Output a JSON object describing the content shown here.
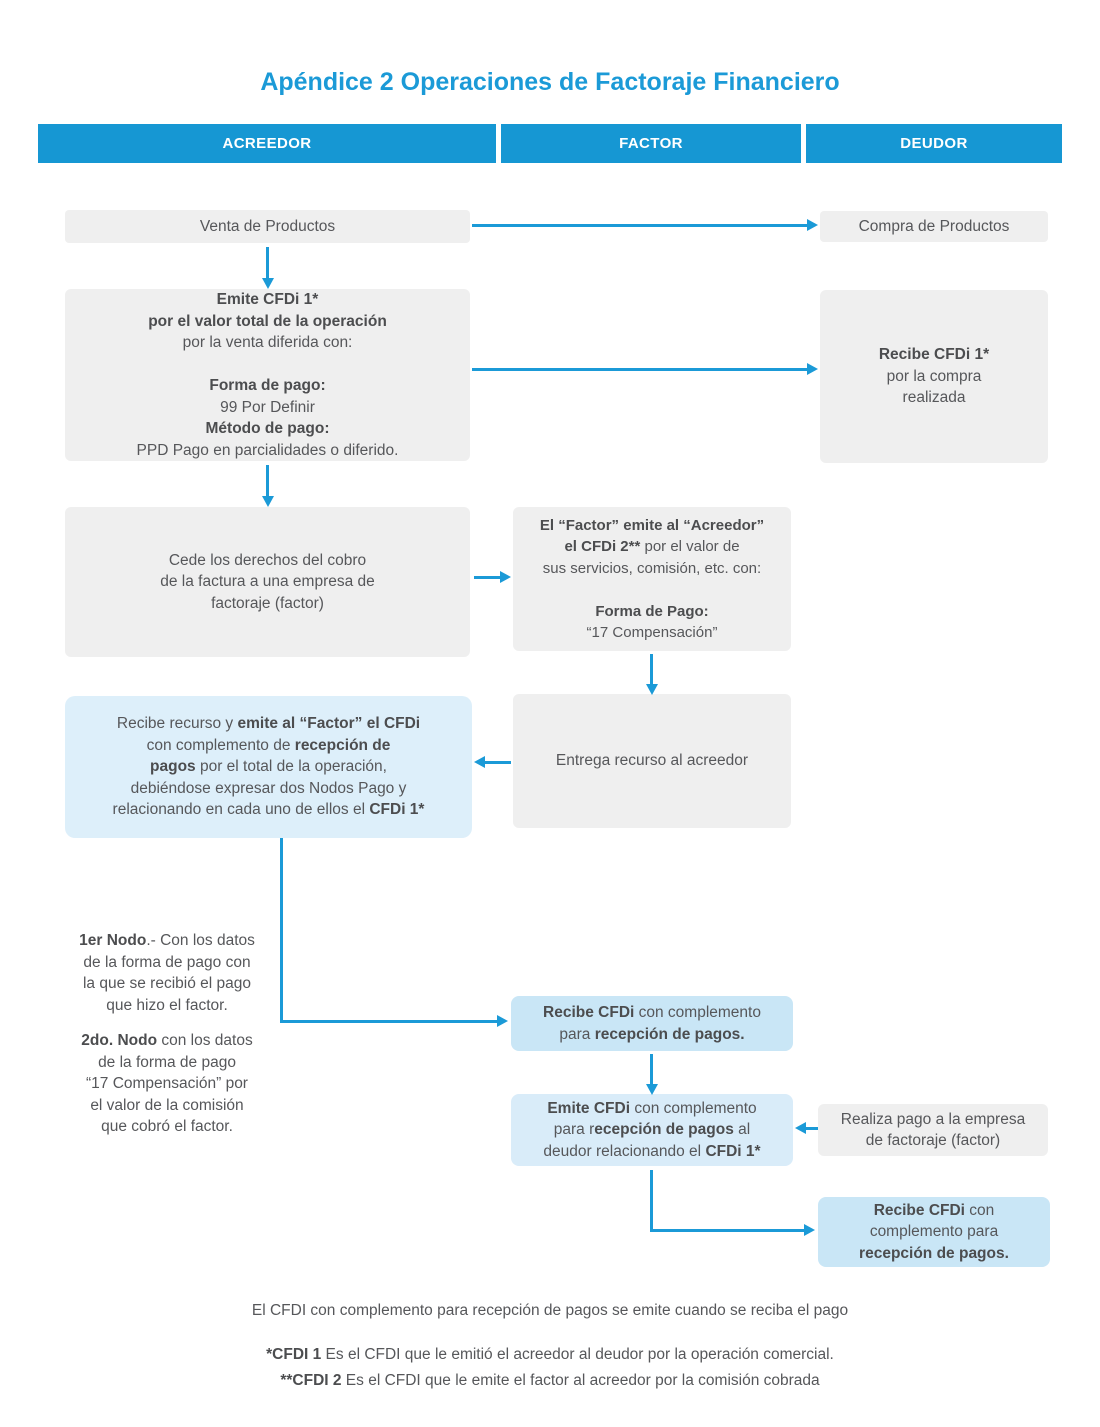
{
  "title": "Apéndice 2 Operaciones de Factoraje Financiero",
  "colors": {
    "accent": "#1b9ad7",
    "header": "#1697d3",
    "arrow": "#1b9ad7",
    "box-gray": "#efefef",
    "blue-soft": "#ddeffa",
    "blue-mid": "#c9e6f6",
    "blue-pale": "#d9ecf9",
    "text": "#56575a"
  },
  "columns": [
    {
      "label": "ACREEDOR"
    },
    {
      "label": "FACTOR"
    },
    {
      "label": "DEUDOR"
    }
  ],
  "acreedor": {
    "venta": "Venta de Productos",
    "emite1": [
      [
        {
          "t": "Emite CFDi 1*",
          "b": true
        }
      ],
      [
        {
          "t": "por el valor total de la operación",
          "b": true
        }
      ],
      [
        "por la venta diferida con:"
      ],
      [
        ""
      ],
      [
        {
          "t": "Forma de pago:",
          "b": true
        }
      ],
      [
        "99 Por Definir"
      ],
      [
        {
          "t": "Método de pago:",
          "b": true
        }
      ],
      [
        "PPD Pago en parcialidades o diferido."
      ]
    ],
    "cede": [
      [
        "Cede los derechos del cobro"
      ],
      [
        "de la factura a una empresa de"
      ],
      [
        "factoraje (factor)"
      ]
    ],
    "recibe_recurso": [
      [
        "Recibe recurso y ",
        {
          "t": "emite al “Factor” el CFDi",
          "b": true
        }
      ],
      [
        "con complemento de ",
        {
          "t": "recepción de",
          "b": true
        }
      ],
      [
        {
          "t": "pagos",
          "b": true
        },
        " por el total de la operación,"
      ],
      [
        "debiéndose expresar dos Nodos Pago y"
      ],
      [
        "relacionando en cada uno de ellos el ",
        {
          "t": "CFDi 1*",
          "b": true
        }
      ]
    ],
    "nodo1": [
      [
        {
          "t": "1er Nodo",
          "b": true
        },
        ".- Con los datos"
      ],
      [
        "de la forma de pago con"
      ],
      [
        "la que se recibió el pago"
      ],
      [
        "que hizo el factor."
      ]
    ],
    "nodo2": [
      [
        {
          "t": "2do. Nodo",
          "b": true
        },
        " con los datos"
      ],
      [
        "de la forma de pago"
      ],
      [
        "“17 Compensación” por"
      ],
      [
        "el valor de la comisión"
      ],
      [
        "que cobró el factor."
      ]
    ]
  },
  "factor": {
    "emite2": [
      [
        {
          "t": "El “Factor” emite al “Acreedor”",
          "b": true
        }
      ],
      [
        {
          "t": "el CFDi 2**",
          "b": true
        },
        " por el valor de"
      ],
      [
        "sus servicios, comisión, etc. con:"
      ],
      [
        ""
      ],
      [
        {
          "t": "Forma de Pago:",
          "b": true
        }
      ],
      [
        "“17 Compensación”"
      ]
    ],
    "entrega": "Entrega recurso al acreedor",
    "recibe_cfdi": [
      [
        {
          "t": "Recibe CFDi",
          "b": true
        },
        " con complemento"
      ],
      [
        "para ",
        {
          "t": "recepción de pagos.",
          "b": true
        }
      ]
    ],
    "emite_cfdi": [
      [
        {
          "t": "Emite CFDi",
          "b": true
        },
        " con complemento"
      ],
      [
        "para r",
        {
          "t": "ecepción de pagos",
          "b": true
        },
        " al"
      ],
      [
        "deudor relacionando el ",
        {
          "t": "CFDi 1*",
          "b": true
        }
      ]
    ]
  },
  "deudor": {
    "compra": "Compra de Productos",
    "recibe1": [
      [
        {
          "t": "Recibe CFDi 1*",
          "b": true
        }
      ],
      [
        "por la compra"
      ],
      [
        "realizada"
      ]
    ],
    "realiza": [
      [
        "Realiza pago a la empresa"
      ],
      [
        "de factoraje (factor)"
      ]
    ],
    "recibe_cfdi": [
      [
        {
          "t": "Recibe CFDi",
          "b": true
        },
        " con"
      ],
      [
        "complemento para"
      ],
      [
        {
          "t": "recepción de pagos.",
          "b": true
        }
      ]
    ]
  },
  "footer": {
    "note": "El CFDI con complemento para recepción de pagos se emite cuando se reciba el pago",
    "cfdi1": [
      [
        {
          "t": "*CFDI 1",
          "b": true
        },
        " Es el CFDI que le emitió el acreedor al deudor por la operación comercial."
      ]
    ],
    "cfdi2": [
      [
        {
          "t": "**CFDI 2",
          "b": true
        },
        " Es el CFDI que le emite el factor al acreedor por la comisión cobrada"
      ]
    ]
  }
}
